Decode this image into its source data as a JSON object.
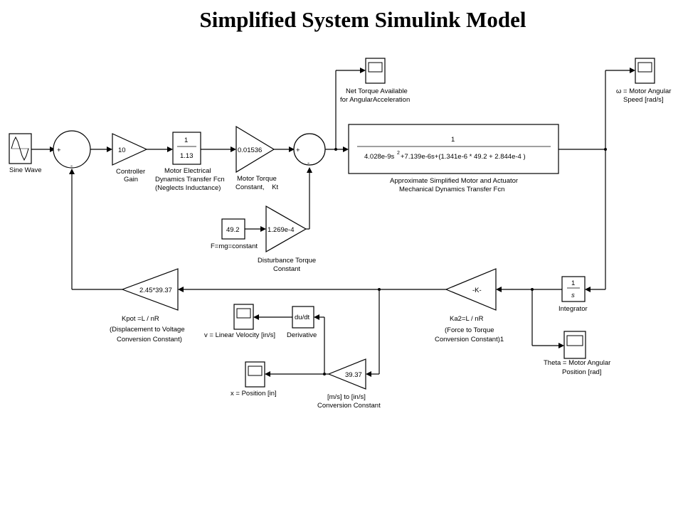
{
  "title": "Simplified System Simulink Model",
  "blocks": {
    "sine_wave": {
      "label": "Sine Wave"
    },
    "controller_gain": {
      "value": "10",
      "label": [
        "Controller",
        "Gain"
      ]
    },
    "motor_electrical": {
      "num": "1",
      "den": "1.13",
      "label": [
        "Motor Electrical",
        "Dynamics Transfer Fcn",
        "(Neglects Inductance)"
      ]
    },
    "motor_torque": {
      "value": "0.01536",
      "label": [
        "Motor Torque",
        "Constant,    Kt"
      ]
    },
    "constant": {
      "value": "49.2",
      "label": "F=mg=constant"
    },
    "disturbance_gain": {
      "value": "1.269e-4",
      "label": [
        "Disturbance Torque",
        "Constant"
      ]
    },
    "transfer_fcn": {
      "num": "1",
      "den_a": "4.028e-9s",
      "den_exp": "2",
      "den_b": "+7.139e-6s+(1.341e-6 * 49.2 + 2.844e-4 )",
      "label": [
        "Approximate Simplified Motor and Actuator",
        "Mechanical Dynamics Transfer Fcn"
      ]
    },
    "scope_net_torque": {
      "label": [
        "Net Torque Available",
        "for AngularAcceleration"
      ]
    },
    "scope_speed": {
      "label": [
        "ω = Motor Angular",
        "Speed [rad/s]"
      ]
    },
    "integrator": {
      "num": "1",
      "den": "s",
      "label": "Integrator"
    },
    "scope_theta": {
      "label": [
        "Theta = Motor Angular",
        "Position [rad]"
      ]
    },
    "ka2_gain": {
      "value": "-K-",
      "label": [
        "Ka2=L / nR",
        "(Force to Torque",
        "Conversion Constant)1"
      ]
    },
    "kpot_gain": {
      "value": "2.45*39.37",
      "label": [
        "Kpot =L / nR",
        "(Displacement to Voltage",
        "Conversion Constant)"
      ]
    },
    "derivative": {
      "value": "du/dt",
      "label": "Derivative"
    },
    "scope_velocity": {
      "label": "v = Linear Velocity [in/s]"
    },
    "conversion_gain": {
      "value": "39.37",
      "label": [
        "[m/s] to [in/s]",
        "Conversion Constant"
      ]
    },
    "scope_position": {
      "label": "x = Position [in]"
    },
    "sum1": {
      "plus": "+",
      "minus": "-"
    },
    "sum2": {
      "plus": "+",
      "minus": "-"
    }
  }
}
